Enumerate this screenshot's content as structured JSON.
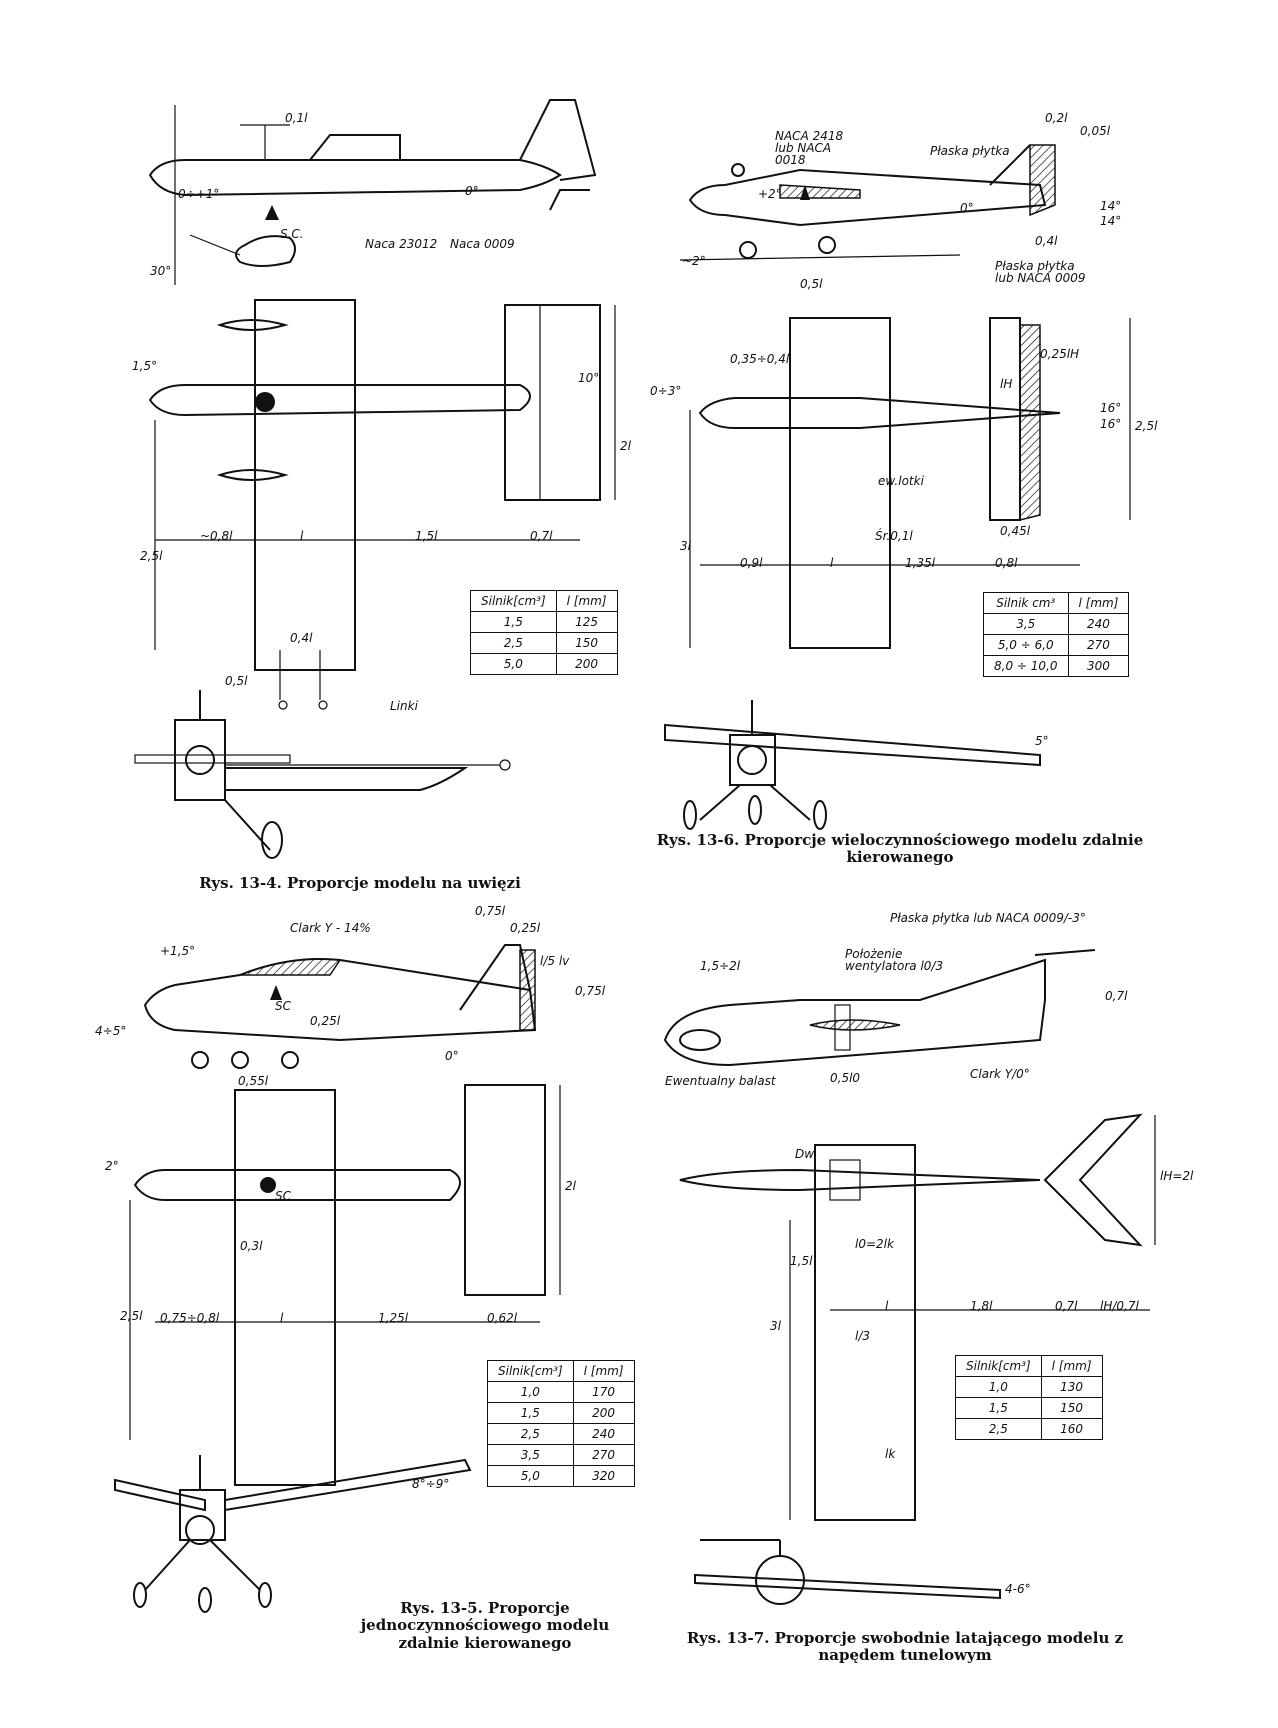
{
  "figures": [
    {
      "id": "13-4",
      "caption": "Rys. 13-4. Proporcje modelu na uwięzi",
      "labels": {
        "dim_top": "0,1l",
        "angle_wing": "0÷+1°",
        "angle_tail": "0°",
        "sc": "S.C.",
        "airfoil_wing": "Naca 23012",
        "airfoil_tail": "Naca 0009",
        "angle_gear": "30°",
        "angle_engine": "1,5°",
        "angle_rudder": "10°",
        "span_tail": "2l",
        "dim_1": "~0,8l",
        "dim_2": "l",
        "dim_3": "1,5l",
        "dim_4": "0,7l",
        "span_left": "2,5l",
        "dim_bell": "0,4l",
        "dim_05": "0,5l",
        "lines": "Linki"
      },
      "table": {
        "headers": [
          "Silnik[cm³]",
          "l [mm]"
        ],
        "rows": [
          [
            "1,5",
            "125"
          ],
          [
            "2,5",
            "150"
          ],
          [
            "5,0",
            "200"
          ]
        ]
      }
    },
    {
      "id": "13-6",
      "caption": "Rys. 13-6. Proporcje wieloczynnościowego modelu zdalnie kierowanego",
      "labels": {
        "dim_02": "0,2l",
        "dim_005": "0,05l",
        "airfoil_wing": "NACA 2418 lub NACA 0018",
        "flat_plate": "Płaska płytka",
        "angle_wing": "+2°",
        "angle_tail": "0°",
        "angle_14a": "14°",
        "angle_14b": "14°",
        "dim_04": "0,4l",
        "tail_plate": "Płaska płytka lub NACA 0009",
        "angle_ground": "~2°",
        "dim_05": "0,5l",
        "dim_035": "0,35÷0,4l",
        "angle_engine": "0÷3°",
        "dim_025": "0,25lH",
        "lh": "lH",
        "angle_16a": "16°",
        "angle_16b": "16°",
        "ailerons": "ew.lotki",
        "span_tail": "2,5l",
        "span_left": "3l",
        "mac": "Śr.0,1l",
        "dim_045": "0,45l",
        "dim_1": "0,9l",
        "dim_2": "l",
        "dim_3": "1,35l",
        "dim_4": "0,8l",
        "angle_dihedral": "5°"
      },
      "table": {
        "headers": [
          "Silnik cm³",
          "l [mm]"
        ],
        "rows": [
          [
            "3,5",
            "240"
          ],
          [
            "5,0 ÷ 6,0",
            "270"
          ],
          [
            "8,0 ÷ 10,0",
            "300"
          ]
        ]
      }
    },
    {
      "id": "13-5",
      "caption": "Rys. 13-5. Proporcje jednoczynnościowego modelu zdalnie kierowanego",
      "labels": {
        "dim_075": "0,75l",
        "dim_025": "0,25l",
        "airfoil": "Clark Y - 14%",
        "angle_wing": "+1,5°",
        "l_over_5": "l/5 lv",
        "dim_075v": "0,75l",
        "angle_engine": "4÷5°",
        "sc": "SC",
        "dim_02": "0,25l",
        "angle_tail": "0°",
        "dim_055": "0,55l",
        "angle_side": "2°",
        "sc_top": "SC",
        "span_tail": "2l",
        "dim_03": "0,3l",
        "span_left": "2,5l",
        "dim_1": "0,75÷0,8l",
        "dim_2": "l",
        "dim_3": "1,25l",
        "dim_4": "0,62l",
        "angle_dihedral": "8°÷9°"
      },
      "table": {
        "headers": [
          "Silnik[cm³]",
          "l [mm]"
        ],
        "rows": [
          [
            "1,0",
            "170"
          ],
          [
            "1,5",
            "200"
          ],
          [
            "2,5",
            "240"
          ],
          [
            "3,5",
            "270"
          ],
          [
            "5,0",
            "320"
          ]
        ]
      }
    },
    {
      "id": "13-7",
      "caption": "Rys. 13-7. Proporcje swobodnie latającego modelu z napędem tunelowym",
      "labels": {
        "tail_plate": "Płaska płytka lub NACA 0009/-3°",
        "dim_15": "1,5÷2l",
        "fan_pos": "Położenie wentylatora l0/3",
        "dim_07v": "0,7l",
        "ballast": "Ewentualny balast",
        "dim_05": "0,5l0",
        "airfoil": "Clark Y/0°",
        "dw": "Dw",
        "span_tail": "lH=2l",
        "dim_lo": "l0=2lk",
        "dim_15l": "1,5l",
        "span_left": "3l",
        "l_over_3": "l/3",
        "dim_1": "l",
        "dim_2": "1,8l",
        "dim_3": "0,7l",
        "dim_4": "lH/0,7l",
        "lk": "lk",
        "angle_dihedral": "4-6°"
      },
      "table": {
        "headers": [
          "Silnik[cm³]",
          "l [mm]"
        ],
        "rows": [
          [
            "1,0",
            "130"
          ],
          [
            "1,5",
            "150"
          ],
          [
            "2,5",
            "160"
          ]
        ]
      }
    }
  ]
}
